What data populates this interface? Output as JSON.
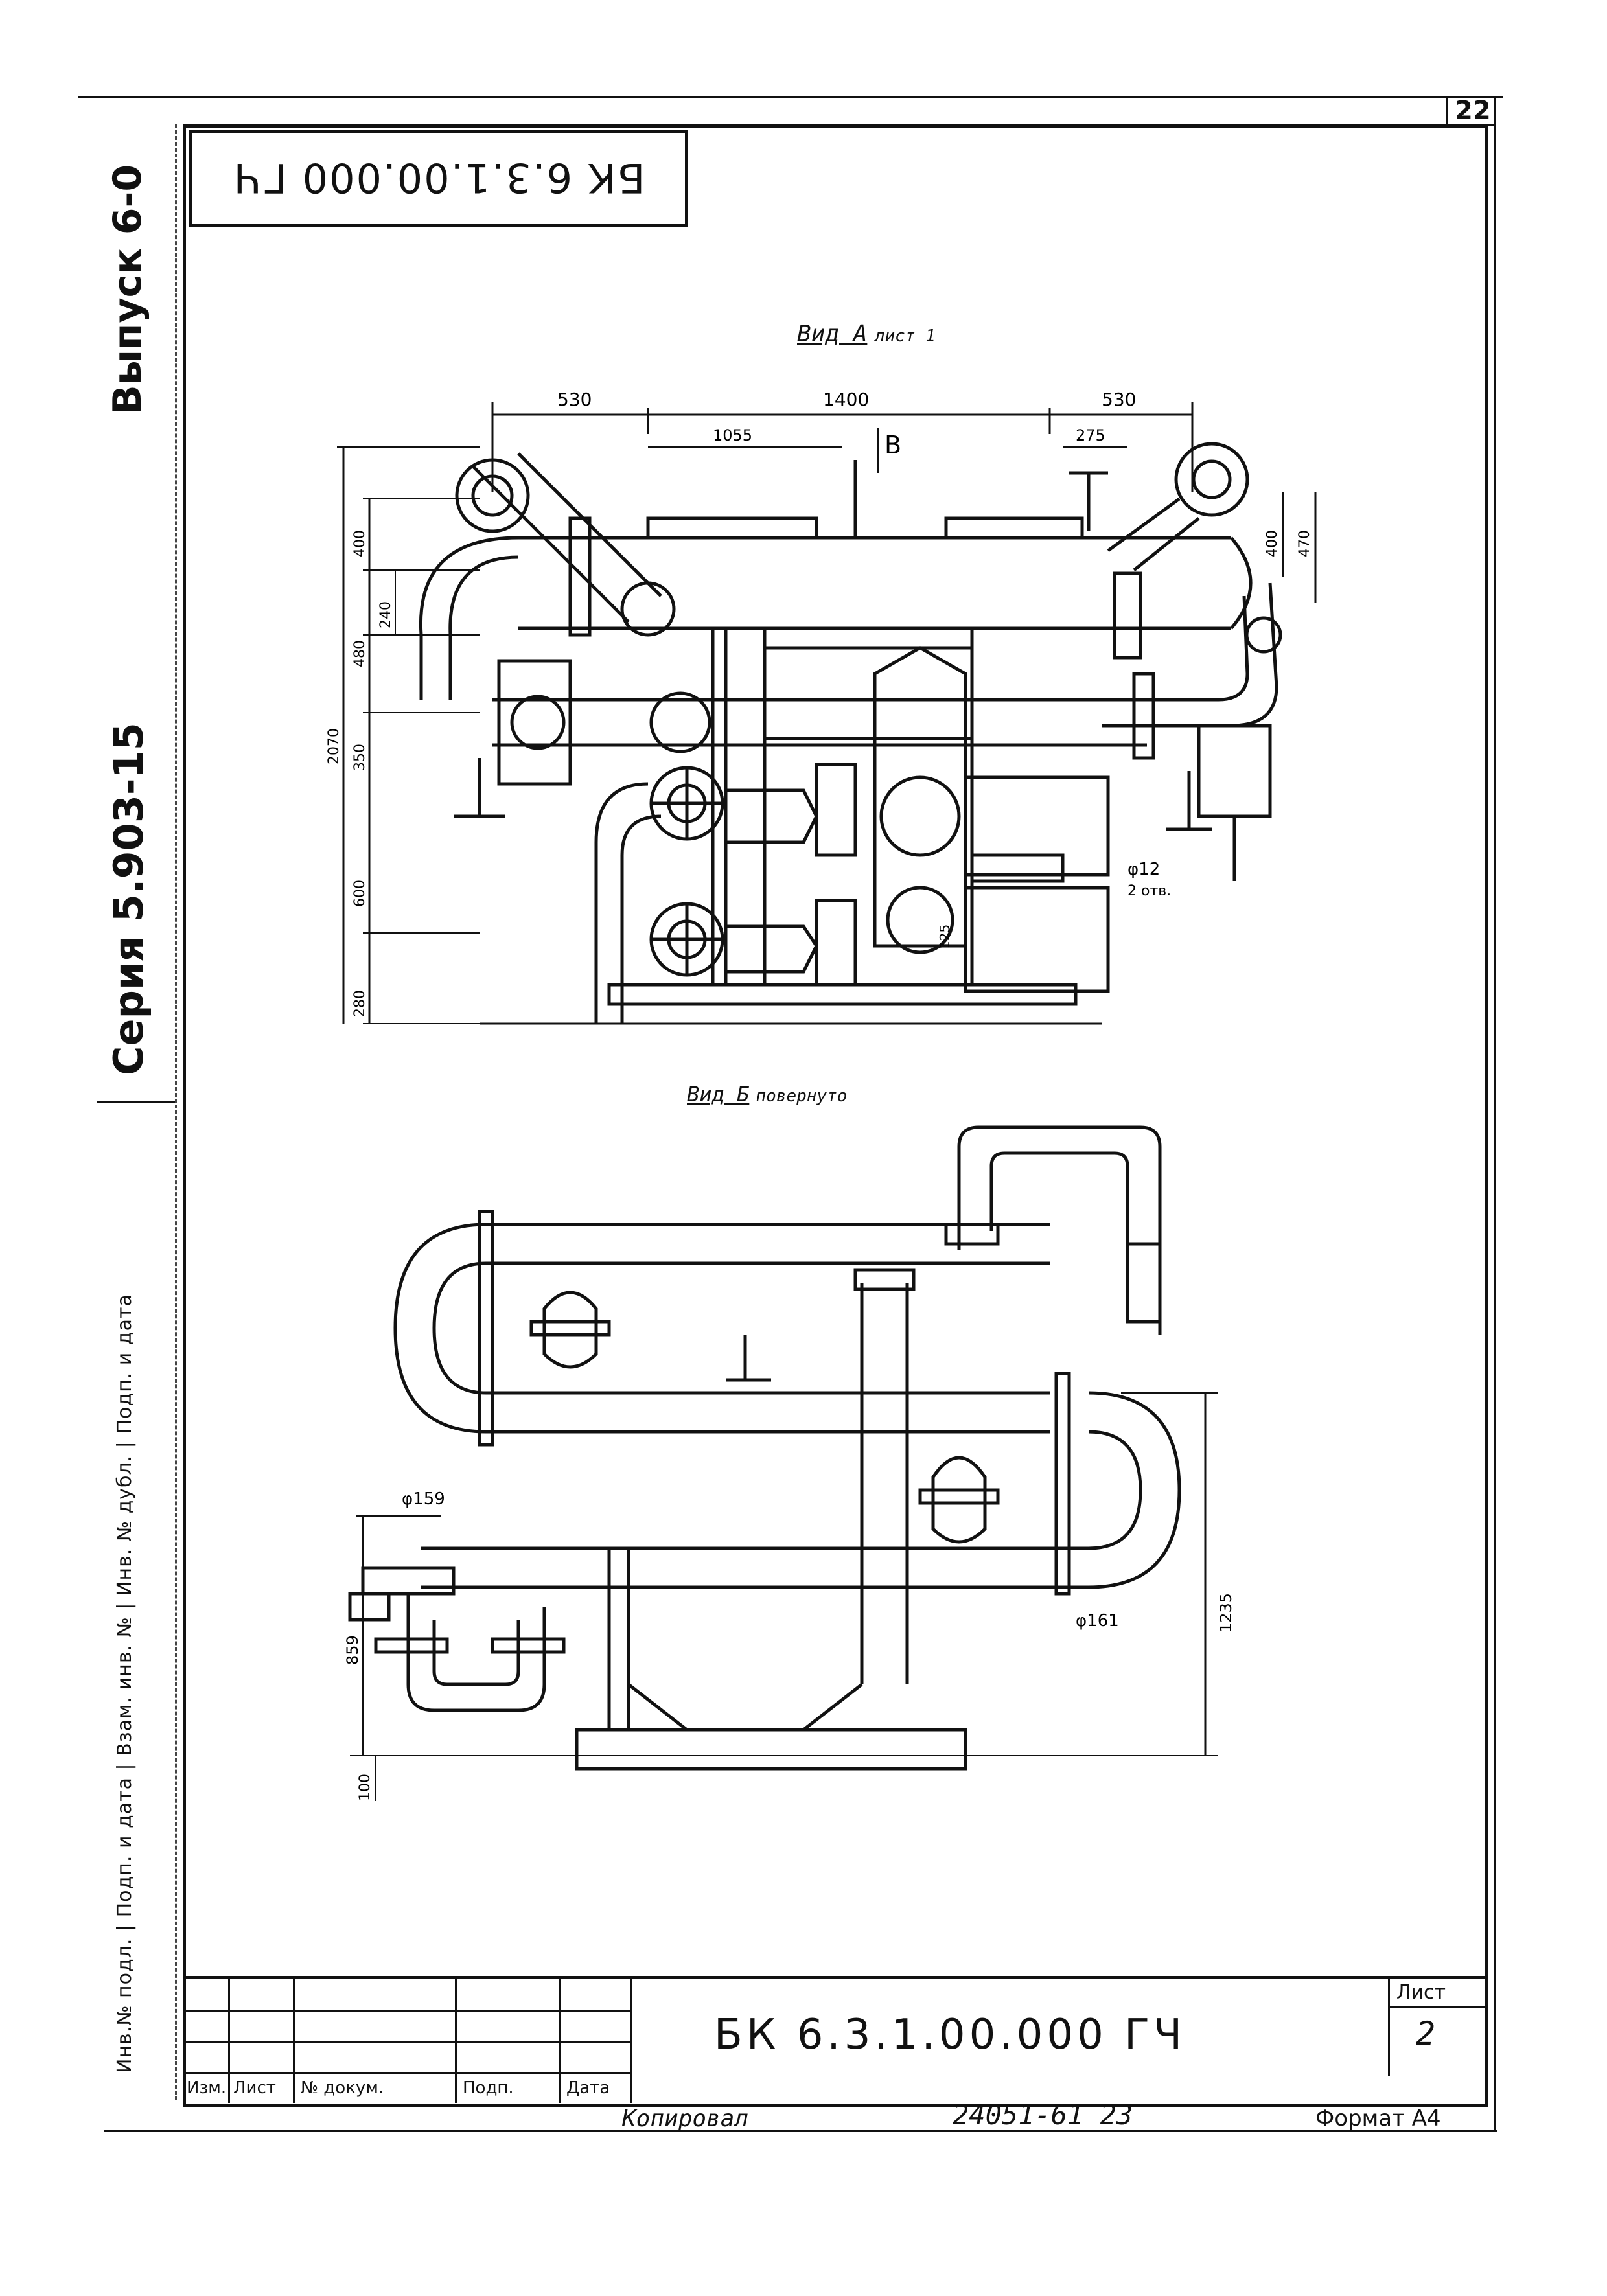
{
  "sheet": {
    "corner_number": "22",
    "top_code": "БК 6.3.1.00.000 ГЧ",
    "series": "Серия 5.903-15",
    "issue": "Выпуск 6-0",
    "side_stamp": "Инв.№ подл. | Подп. и дата | Взам. инв. № | Инв. № дубл. | Подп. и дата",
    "copied": "Копировал",
    "order_number": "24051-61 23",
    "format": "Формат А4"
  },
  "titleblock": {
    "code": "БК 6.3.1.00.000 ГЧ",
    "sheet_label": "Лист",
    "sheet_number": "2",
    "headers": [
      "Изм.",
      "Лист",
      "№ докум.",
      "Подп.",
      "Дата"
    ]
  },
  "view_a": {
    "title": "Вид А",
    "title_suffix": "лист 1",
    "section_label": "В",
    "dims": {
      "d530_left": "530",
      "d1400": "1400",
      "d530_right": "530",
      "d1055": "1055",
      "d275": "275",
      "d400_right": "400",
      "d470": "470",
      "d400_left": "400",
      "d480": "480",
      "d240": "240",
      "d2070": "2070",
      "d350": "350",
      "d600": "600",
      "d280": "280",
      "d125": "125"
    },
    "hole_note": "φ12",
    "hole_count": "2 отв."
  },
  "view_b": {
    "title": "Вид Б",
    "title_suffix": "повернуто",
    "dims": {
      "d159": "φ159",
      "d161": "φ161",
      "d859": "859",
      "d1235": "1235",
      "d100": "100"
    }
  }
}
